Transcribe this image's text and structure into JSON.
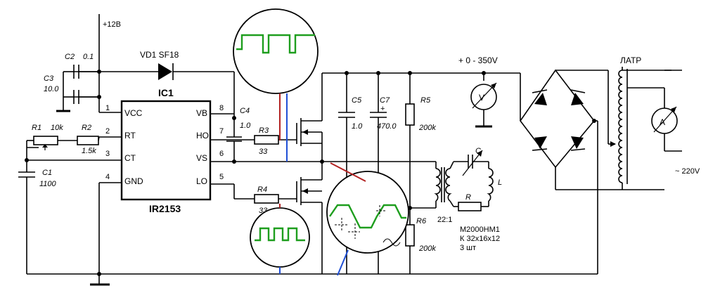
{
  "supply": {
    "vcc_label": "+12В",
    "hv_label": "+ 0 - 350V",
    "mains_label": "~ 220V"
  },
  "diode": {
    "label": "VD1 SF18"
  },
  "ic": {
    "ref": "IC1",
    "part": "IR2153",
    "left_pins": [
      {
        "num": "1",
        "name": "VCC"
      },
      {
        "num": "2",
        "name": "RT"
      },
      {
        "num": "3",
        "name": "CT"
      },
      {
        "num": "4",
        "name": "GND"
      }
    ],
    "right_pins": [
      {
        "num": "8",
        "name": "VB"
      },
      {
        "num": "7",
        "name": "HO"
      },
      {
        "num": "6",
        "name": "VS"
      },
      {
        "num": "5",
        "name": "LO"
      }
    ]
  },
  "components": {
    "C2": {
      "ref": "C2",
      "value": "0.1"
    },
    "C3": {
      "ref": "C3",
      "value": "10.0"
    },
    "R1": {
      "ref": "R1",
      "value": "10k"
    },
    "R2": {
      "ref": "R2",
      "value": "1.5k"
    },
    "C1": {
      "ref": "C1",
      "value": "1100"
    },
    "C4": {
      "ref": "C4",
      "value": "1.0"
    },
    "R3": {
      "ref": "R3",
      "value": "33"
    },
    "R4": {
      "ref": "R4",
      "value": "33"
    },
    "C5": {
      "ref": "C5",
      "value": "1.0"
    },
    "C7": {
      "ref": "C7",
      "value": "470.0"
    },
    "R5": {
      "ref": "R5",
      "value": "200k"
    },
    "R6": {
      "ref": "R6",
      "value": "200k"
    }
  },
  "instruments": {
    "voltmeter": "V",
    "ammeter": "A",
    "autotransformer": "ЛАТР"
  },
  "transformer": {
    "ratio": "22:1",
    "load_c": "C",
    "load_l": "L",
    "load_r": "R",
    "core_lines": [
      "М2000НМ1",
      "К 32х16х12",
      "3 шт"
    ]
  },
  "colors": {
    "wire": "#000000",
    "waveform": "#1e9e1e",
    "probe_red": "#b22222",
    "probe_blue": "#1f4fd6"
  }
}
